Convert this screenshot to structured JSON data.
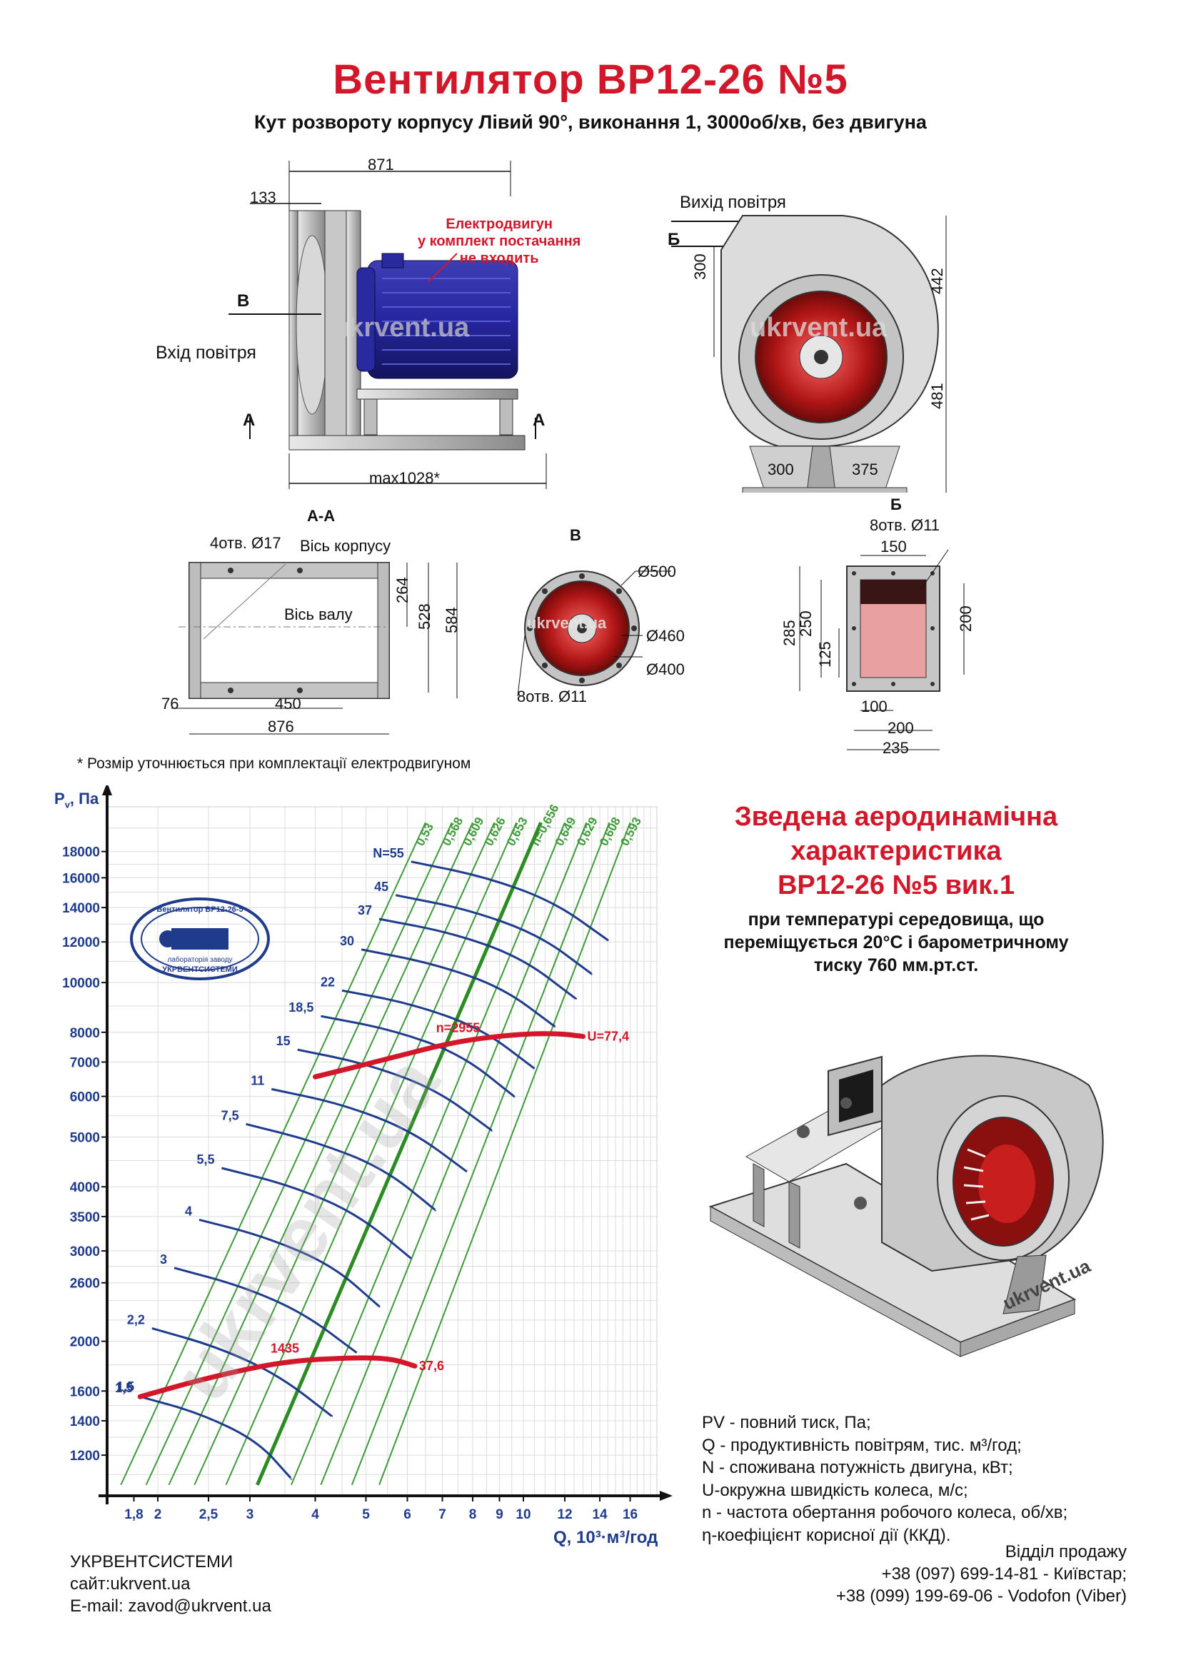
{
  "header": {
    "title": "Вентилятор  ВР12-26 №5",
    "subtitle": "Кут розвороту корпусу Лівий 90°, виконання 1, 3000об/хв, без двигуна"
  },
  "side_view": {
    "dim_871": "871",
    "dim_133": "133",
    "dim_max": "max1028*",
    "motor_note": [
      "Електродвигун",
      "у комплект постачання",
      "не входить"
    ],
    "label_b": "В",
    "label_a_left": "А",
    "label_a_right": "А",
    "air_in": "Вхід повітря",
    "watermark": "ukrvent.ua"
  },
  "front_view": {
    "air_out": "Вихід повітря",
    "label_b": "Б",
    "dim_300v": "300",
    "dim_442": "442",
    "dim_481": "481",
    "dim_300h": "300",
    "dim_375": "375",
    "watermark": "ukrvent.ua"
  },
  "section_aa": {
    "title": "А-А",
    "holes": "4отв. Ø17",
    "body_axis": "Вісь корпусу",
    "shaft_axis": "Вісь валу",
    "dim_264": "264",
    "dim_528": "528",
    "dim_584": "584",
    "dim_76": "76",
    "dim_450": "450",
    "dim_876": "876"
  },
  "view_v": {
    "title": "В",
    "d500": "Ø500",
    "d460": "Ø460",
    "d400": "Ø400",
    "holes": "8отв. Ø11",
    "watermark": "ukrvent.ua"
  },
  "view_b": {
    "title": "Б",
    "holes": "8отв. Ø11",
    "dim_150": "150",
    "dim_285": "285",
    "dim_250": "250",
    "dim_125": "125",
    "dim_200v": "200",
    "dim_100": "100",
    "dim_200h": "200",
    "dim_235": "235"
  },
  "footnote": "* Розмір уточнюється при комплектації електродвигуном",
  "characteristic": {
    "title_lines": [
      "Зведена аеродинамічна",
      "характеристика",
      "ВР12-26 №5 вик.1"
    ],
    "subtitle_lines": [
      "при температурі середовища, що",
      "переміщується 20°С і барометричному",
      "тиску 760 мм.рт.ст."
    ]
  },
  "legend": [
    "PV - повний тиск, Па;",
    "Q - продуктивність повітрям, тис. м³/год;",
    "N - споживана потужність двигуна, кВт;",
    "U-окружна швидкість колеса, м/с;",
    "n - частота обертання робочого колеса, об/хв;",
    "η-коефіцієнт корисної дії (ККД)."
  ],
  "company": {
    "name": "УКРВЕНТСИСТЕМИ",
    "site": "сайт:ukrvent.ua",
    "email": "E-mail: zavod@ukrvent.ua"
  },
  "sales": {
    "title": "Відділ продажу",
    "phone1": "+38 (097) 699-14-81 - Київстар;",
    "phone2": "+38 (099) 199-69-06 - Vodofon (Viber)"
  },
  "stamp": {
    "top": "Вентилятор ВР12-26-5",
    "mid": "лабораторія заводу",
    "bottom": "УКРВЕНТСИСТЕМИ"
  },
  "iso_watermark": "ukrvent.ua",
  "chart_data": {
    "type": "line",
    "xlabel": "Q, 10³·м³/год",
    "ylabel": "P",
    "ylabel_sub": "v",
    "ylabel_unit": ", Па",
    "x_scale": "log",
    "y_scale": "log",
    "xlim": [
      1.6,
      18
    ],
    "ylim": [
      1000,
      22000
    ],
    "x_ticks": [
      1.8,
      2,
      2.5,
      3,
      4,
      5,
      6,
      7,
      8,
      9,
      10,
      12,
      14,
      16
    ],
    "x_tick_labels": [
      "1,8",
      "2",
      "2,5",
      "3",
      "4",
      "5",
      "6",
      "7",
      "8",
      "9",
      "10",
      "12",
      "14",
      "16"
    ],
    "y_ticks": [
      1200,
      1400,
      1600,
      2000,
      2600,
      3000,
      3500,
      4000,
      5000,
      6000,
      7000,
      8000,
      10000,
      12000,
      14000,
      16000,
      18000
    ],
    "y_tick_labels": [
      "1200",
      "1400",
      "1600",
      "2000",
      "2600",
      "3000",
      "3500",
      "4000",
      "5000",
      "6000",
      "7000",
      "8000",
      "10000",
      "12000",
      "14000",
      "16000",
      "18000"
    ],
    "grid": true,
    "watermark": "ukrvent.ua",
    "speed_curves": [
      {
        "label": "1435",
        "end_label": "37,6",
        "start_label": "1,5",
        "x": [
          1.85,
          2.5,
          3.5,
          4.8,
          5.6,
          6.2
        ],
        "y": [
          1560,
          1700,
          1830,
          1860,
          1850,
          1790
        ]
      },
      {
        "label": "n=2955",
        "end_label": "U=77,4",
        "x": [
          4.0,
          5.5,
          7.5,
          10.0,
          11.8,
          13.0
        ],
        "y": [
          6550,
          7100,
          7700,
          7950,
          7950,
          7850
        ]
      }
    ],
    "power_labels": [
      "1,5",
      "2,2",
      "3",
      "4",
      "5,5",
      "7,5",
      "11",
      "15",
      "18,5",
      "22",
      "30",
      "37",
      "45",
      "N=55"
    ],
    "power_curves": [
      {
        "x": [
          1.85,
          2.4,
          3.1,
          3.6
        ],
        "y": [
          1560,
          1450,
          1280,
          1080
        ]
      },
      {
        "x": [
          1.95,
          2.6,
          3.4,
          4.3
        ],
        "y": [
          2120,
          1950,
          1720,
          1430
        ]
      },
      {
        "x": [
          2.15,
          2.9,
          3.8,
          4.8
        ],
        "y": [
          2780,
          2560,
          2270,
          1900
        ]
      },
      {
        "x": [
          2.4,
          3.2,
          4.3,
          5.3
        ],
        "y": [
          3450,
          3200,
          2820,
          2340
        ]
      },
      {
        "x": [
          2.65,
          3.6,
          4.8,
          6.1
        ],
        "y": [
          4350,
          4020,
          3550,
          2900
        ]
      },
      {
        "x": [
          2.95,
          4.0,
          5.4,
          6.8
        ],
        "y": [
          5300,
          4900,
          4350,
          3600
        ]
      },
      {
        "x": [
          3.3,
          4.5,
          6.1,
          7.8
        ],
        "y": [
          6200,
          5800,
          5150,
          4280
        ]
      },
      {
        "x": [
          3.7,
          5.0,
          6.8,
          8.7
        ],
        "y": [
          7400,
          6950,
          6200,
          5150
        ]
      },
      {
        "x": [
          4.1,
          5.6,
          7.6,
          9.6
        ],
        "y": [
          8600,
          8100,
          7250,
          6000
        ]
      },
      {
        "x": [
          4.5,
          6.1,
          8.3,
          10.5
        ],
        "y": [
          9650,
          9100,
          8150,
          6800
        ]
      },
      {
        "x": [
          4.9,
          6.7,
          9.1,
          11.5
        ],
        "y": [
          11600,
          10900,
          9800,
          8200
        ]
      },
      {
        "x": [
          5.3,
          7.3,
          9.9,
          12.6
        ],
        "y": [
          13300,
          12500,
          11200,
          9300
        ]
      },
      {
        "x": [
          5.7,
          7.8,
          10.7,
          13.5
        ],
        "y": [
          14800,
          13900,
          12400,
          10400
        ]
      },
      {
        "x": [
          6.1,
          8.4,
          11.4,
          14.5
        ],
        "y": [
          17200,
          16100,
          14400,
          12100
        ]
      }
    ],
    "efficiency_labels": [
      "0,53",
      "0,568",
      "0,609",
      "0,626",
      "0,653",
      "n=0,656",
      "0,649",
      "0,629",
      "0,608",
      "0,593"
    ],
    "efficiency_lines": [
      {
        "x": [
          1.7,
          6.5
        ],
        "y": [
          1050,
          20500
        ]
      },
      {
        "x": [
          1.9,
          7.3
        ],
        "y": [
          1050,
          20500
        ]
      },
      {
        "x": [
          2.1,
          8.0
        ],
        "y": [
          1050,
          20500
        ]
      },
      {
        "x": [
          2.35,
          8.8
        ],
        "y": [
          1050,
          20500
        ]
      },
      {
        "x": [
          2.7,
          9.7
        ],
        "y": [
          1050,
          20500
        ]
      },
      {
        "x": [
          3.1,
          10.8
        ],
        "y": [
          1050,
          20500
        ]
      },
      {
        "x": [
          3.6,
          12.0
        ],
        "y": [
          1050,
          20500
        ]
      },
      {
        "x": [
          4.1,
          13.2
        ],
        "y": [
          1050,
          20500
        ]
      },
      {
        "x": [
          4.7,
          14.6
        ],
        "y": [
          1050,
          20500
        ]
      },
      {
        "x": [
          5.3,
          16.0
        ],
        "y": [
          1050,
          20500
        ]
      }
    ],
    "best_efficiency_index": 5,
    "colors": {
      "speed": "#d3172a",
      "power": "#1f3b8c",
      "efficiency": "#3f9a3a",
      "best": "#2a8c22"
    }
  }
}
